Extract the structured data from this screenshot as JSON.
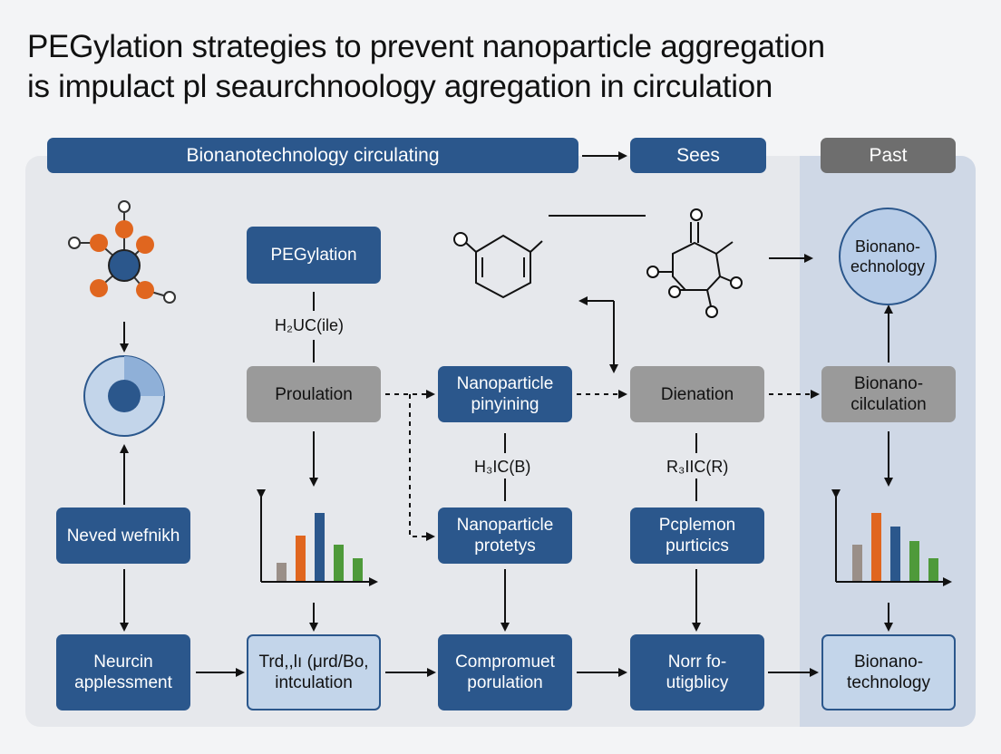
{
  "title": {
    "line1": "PEGylation strategies to prevent nanoparticle aggregation",
    "line2": "is impulact pl seaurchnoology agregation in circulation"
  },
  "headers": {
    "main": "Bionanotechnology circulating",
    "sees": "Sees",
    "past": "Past"
  },
  "nodes": {
    "pegylation": "PEGylation",
    "proulation": "Proulation",
    "nanoparticle_pinyining": "Nanoparticle pinyining",
    "dienation": "Dienation",
    "bionano_circulation": "Bionano- cilculation",
    "bionano_echnology": "Bionano- echnology",
    "neved_wefnikh": "Neved wefnikh",
    "nanoparticle_protetys": "Nanoparticle protetys",
    "pcplemon_purticics": "Pcplemon purticics",
    "neurcin_applessment": "Neurcin applessment",
    "trd_intculation": "Trd,,lı (μrd/Bo, intculation",
    "compromuet_porulation": "Compromuet porulation",
    "norr_utigblicy": "Norr fo- utigblicy",
    "bionano_technology": "Bionano- technology"
  },
  "labels": {
    "h2uc": "H₂UC(ile)",
    "h3ic": "H₃IC(B)",
    "r3ic": "R₃IIC(R)"
  },
  "colors": {
    "blue": "#2b578c",
    "orange": "#e0661f",
    "green": "#4e9a3a",
    "gray": "#9a9a9a"
  }
}
